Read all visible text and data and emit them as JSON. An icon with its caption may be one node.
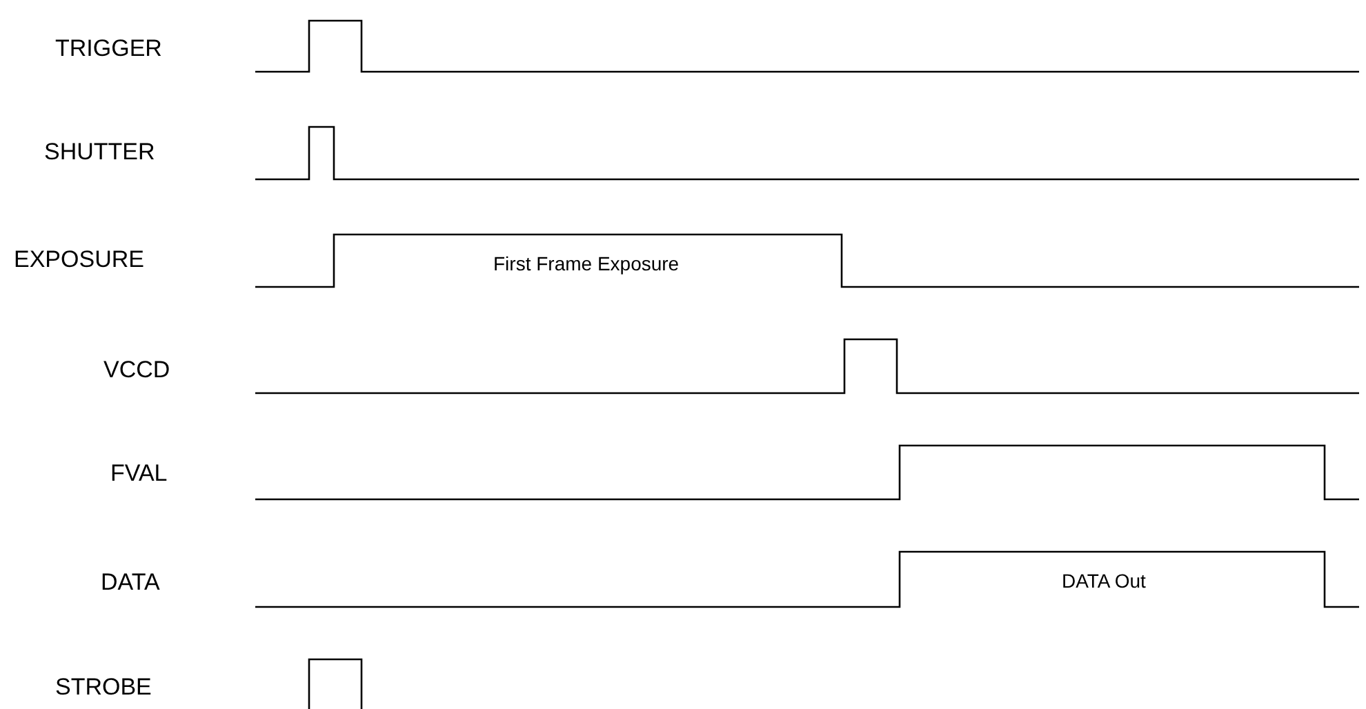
{
  "diagram": {
    "labels": [
      "TRIGGER",
      "SHUTTER",
      "EXPOSURE",
      "First Frame Exposure",
      "VCCD",
      "FVAL",
      "DATA",
      "DATA Out",
      "STROBE"
    ]
  }
}
